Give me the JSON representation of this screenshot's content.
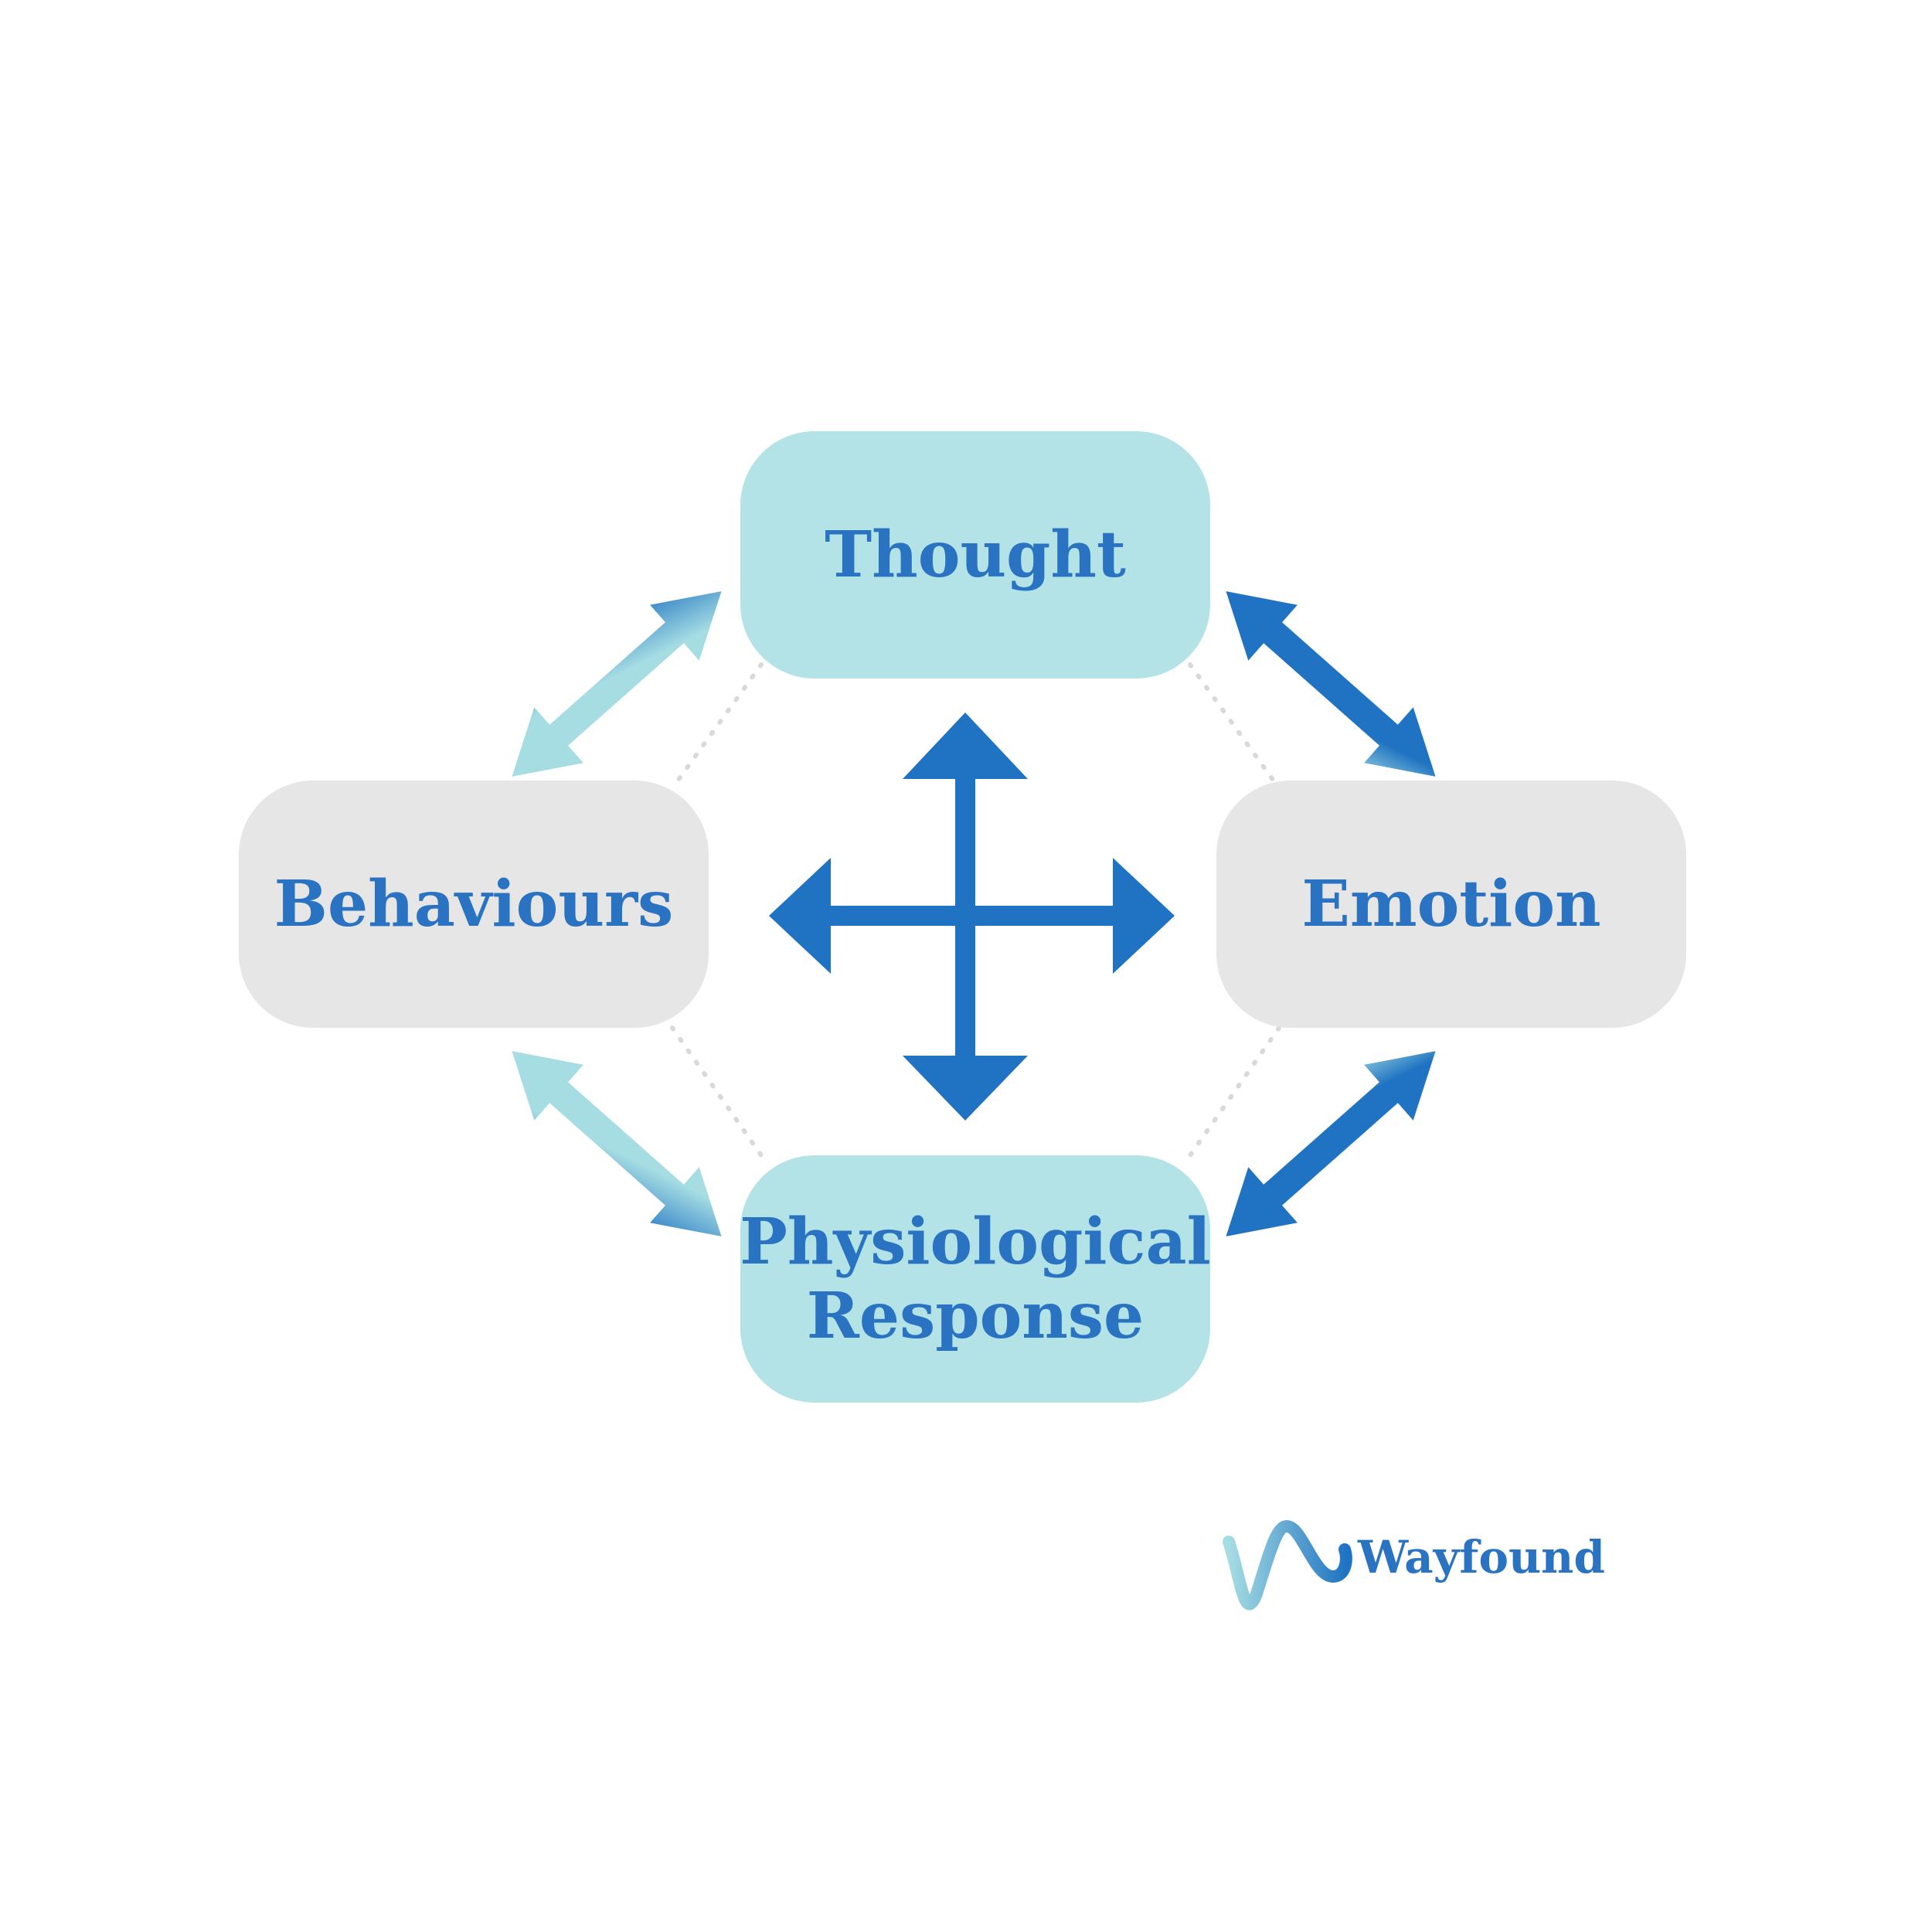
{
  "nodes": {
    "thought": "Thought",
    "behaviours": "Behaviours",
    "emotion": "Emotion",
    "physiological_line1": "Physiological",
    "physiological_line2": "Response"
  },
  "brand": {
    "name": "Wayfound",
    "logo_icon": "wave-logo-icon"
  },
  "colors": {
    "teal_box": "#b3e3e6",
    "gray_box": "#e6e6e6",
    "blue": "#1f73c2",
    "light_teal": "#a6dde3",
    "text_blue": "#2a73c2"
  }
}
